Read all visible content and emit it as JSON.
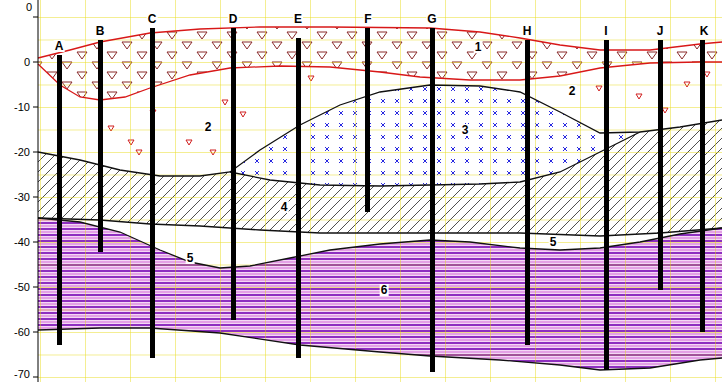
{
  "diagram": {
    "labels": [
      "0",
      "0",
      "-10",
      "-20",
      "-30",
      "-40",
      "-50",
      "-60",
      "-70",
      "A",
      "B",
      "C",
      "D",
      "E",
      "F",
      "G",
      "H",
      "I",
      "J",
      "K",
      "1",
      "2",
      "2",
      "3",
      "4",
      "5",
      "5",
      "6"
    ]
  }
}
